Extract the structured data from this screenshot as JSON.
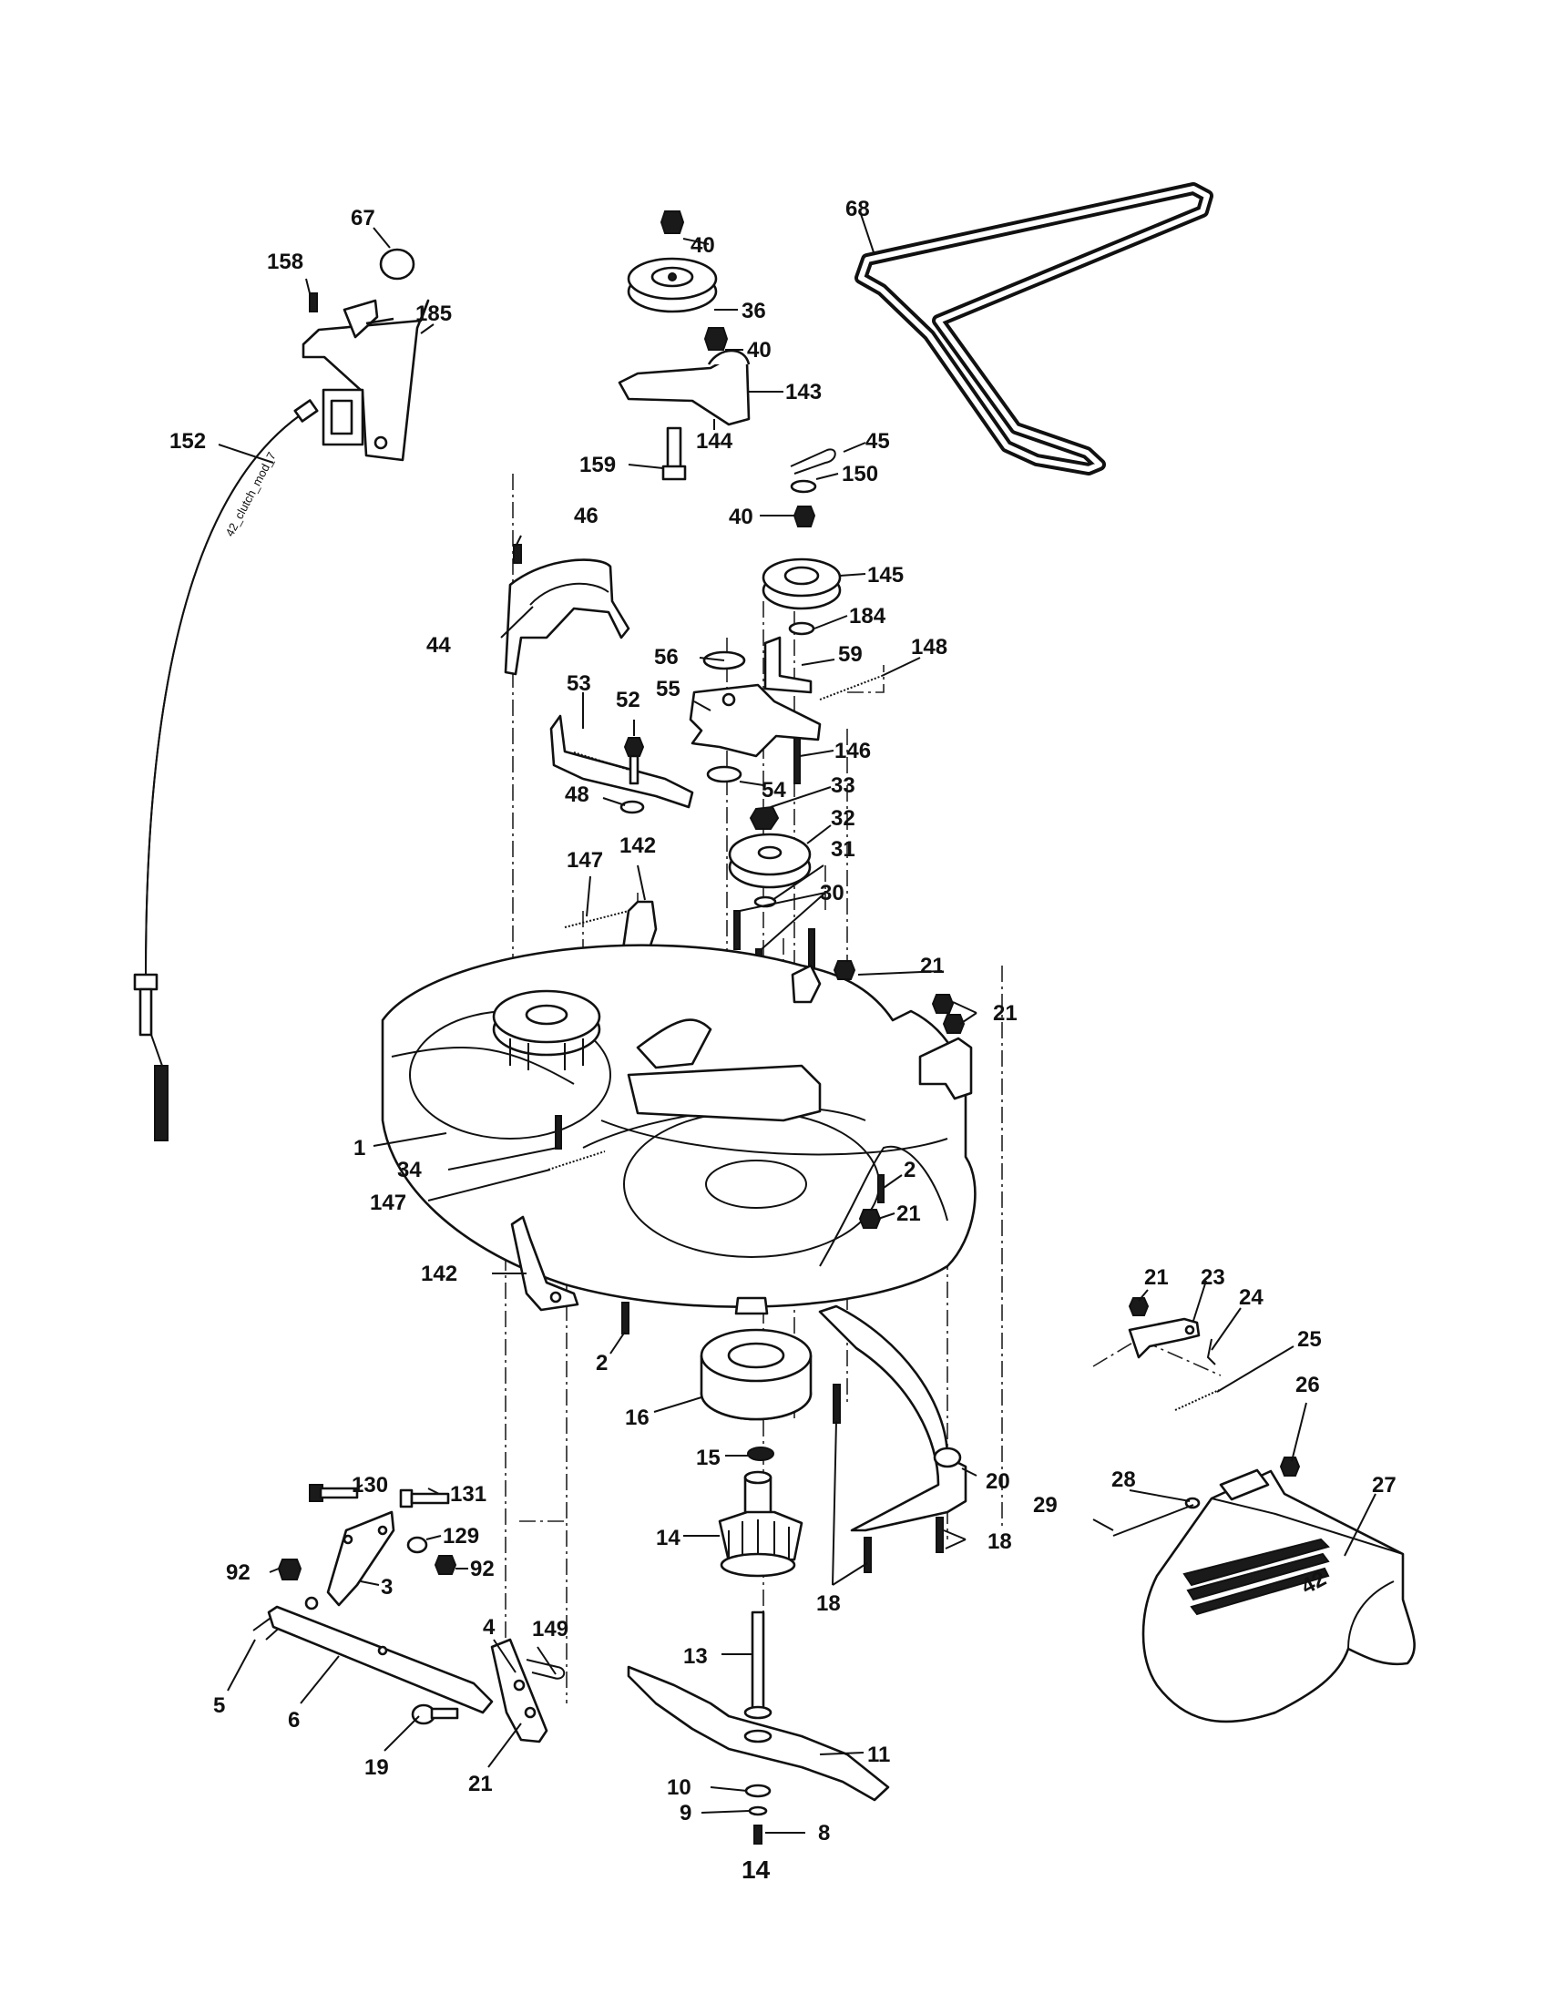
{
  "diagram": {
    "figure_number": "14",
    "cable_label": "42_clutch_mod_7",
    "deflector_badge": "42",
    "callouts": [
      "67",
      "158",
      "185",
      "152",
      "40",
      "36",
      "40",
      "143",
      "144",
      "159",
      "68",
      "45",
      "150",
      "40",
      "145",
      "46",
      "44",
      "184",
      "56",
      "59",
      "148",
      "55",
      "53",
      "52",
      "146",
      "48",
      "54",
      "33",
      "32",
      "31",
      "147",
      "142",
      "30",
      "21",
      "21",
      "1",
      "34",
      "2",
      "21",
      "147",
      "142",
      "2",
      "16",
      "15",
      "14",
      "130",
      "131",
      "129",
      "92",
      "92",
      "3",
      "5",
      "6",
      "4",
      "149",
      "19",
      "21",
      "13",
      "11",
      "10",
      "9",
      "8",
      "20",
      "18",
      "18",
      "21",
      "23",
      "24",
      "25",
      "26",
      "28",
      "29",
      "27"
    ]
  },
  "colors": {
    "ink": "#111111",
    "paper": "#ffffff"
  }
}
